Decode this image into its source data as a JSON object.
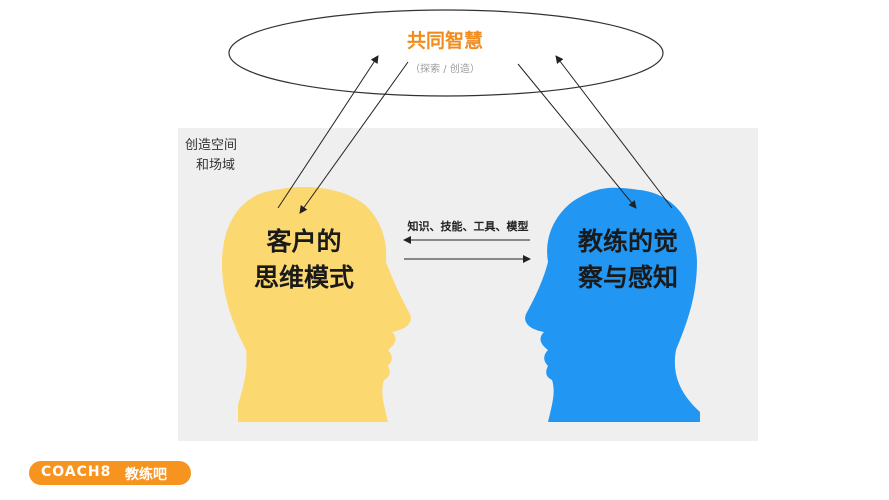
{
  "top": {
    "title": "共同智慧",
    "subtitle": "（探索 / 创造）"
  },
  "space": {
    "line1": "创造空间",
    "line2": "和场域"
  },
  "client": {
    "line1": "客户的",
    "line2": "思维模式"
  },
  "coach": {
    "line1": "教练的觉",
    "line2": "察与感知"
  },
  "middle": {
    "label": "知识、技能、工具、模型"
  },
  "logo": {
    "brand": "COACH8",
    "cn": "教练吧"
  },
  "colors": {
    "client_head": "#fbd870",
    "coach_head": "#2196f3",
    "space_bg": "#efefef",
    "title": "#f08c1e",
    "logo_bg": "#f6941f"
  }
}
